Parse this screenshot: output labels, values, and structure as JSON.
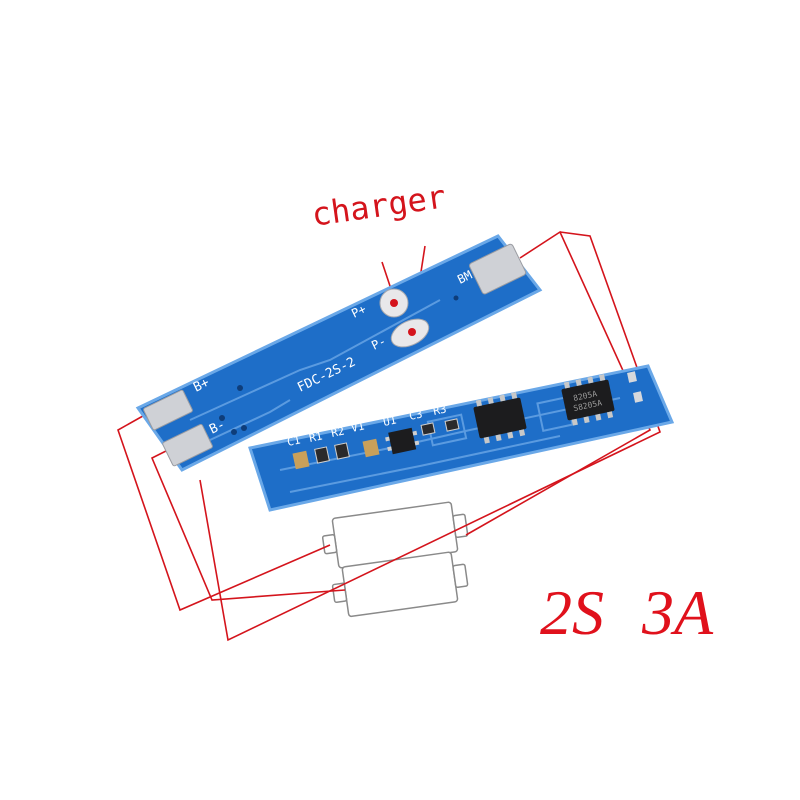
{
  "annotations": {
    "charger_label": "charger",
    "spec_label": "2S 3A"
  },
  "board_top": {
    "model": "FDC-2S-2",
    "pads": {
      "b_plus": "B+",
      "b_minus": "B-",
      "bm": "BM",
      "p_plus": "P+",
      "p_minus": "P-"
    }
  },
  "board_bottom": {
    "silkscreen": [
      "C1",
      "R1",
      "R2",
      "V1",
      "U1",
      "C3",
      "R3"
    ],
    "chip_markings": [
      "8205A",
      "S8205A"
    ]
  },
  "colors": {
    "pcb": "#1e6ec8",
    "pcb_edge": "#6aa8e8",
    "wire": "#d4141c",
    "pad": "#cfd1d6",
    "chip": "#1c1c1e",
    "text_red": "#d4141c",
    "battery_outline": "#8a8a8a"
  }
}
